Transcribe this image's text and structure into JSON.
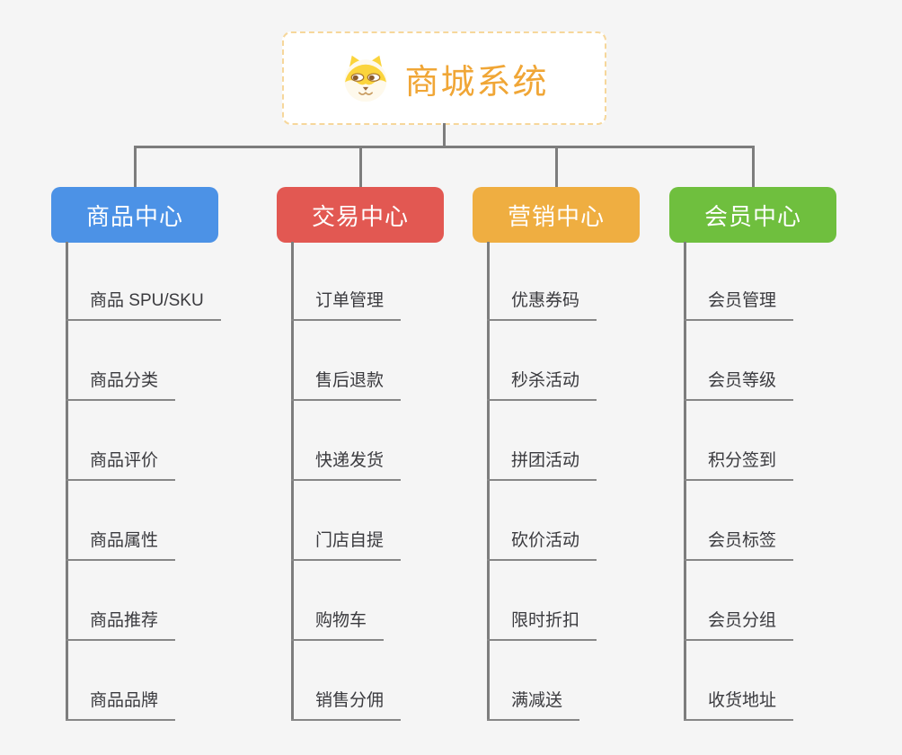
{
  "root": {
    "title": "商城系统",
    "icon": "dog-face-icon",
    "text_color": "#f0a636",
    "border_color": "#f6d79b"
  },
  "connector_color": "#7d7d7d",
  "leaf_underline_color": "#878787",
  "background_color": "#f5f5f5",
  "branches": [
    {
      "label": "商品中心",
      "color": "#4c92e6",
      "children": [
        "商品 SPU/SKU",
        "商品分类",
        "商品评价",
        "商品属性",
        "商品推荐",
        "商品品牌"
      ]
    },
    {
      "label": "交易中心",
      "color": "#e25852",
      "children": [
        "订单管理",
        "售后退款",
        "快递发货",
        "门店自提",
        "购物车",
        "销售分佣"
      ]
    },
    {
      "label": "营销中心",
      "color": "#efae41",
      "children": [
        "优惠券码",
        "秒杀活动",
        "拼团活动",
        "砍价活动",
        "限时折扣",
        "满减送"
      ]
    },
    {
      "label": "会员中心",
      "color": "#6fbf3e",
      "children": [
        "会员管理",
        "会员等级",
        "积分签到",
        "会员标签",
        "会员分组",
        "收货地址"
      ]
    }
  ]
}
